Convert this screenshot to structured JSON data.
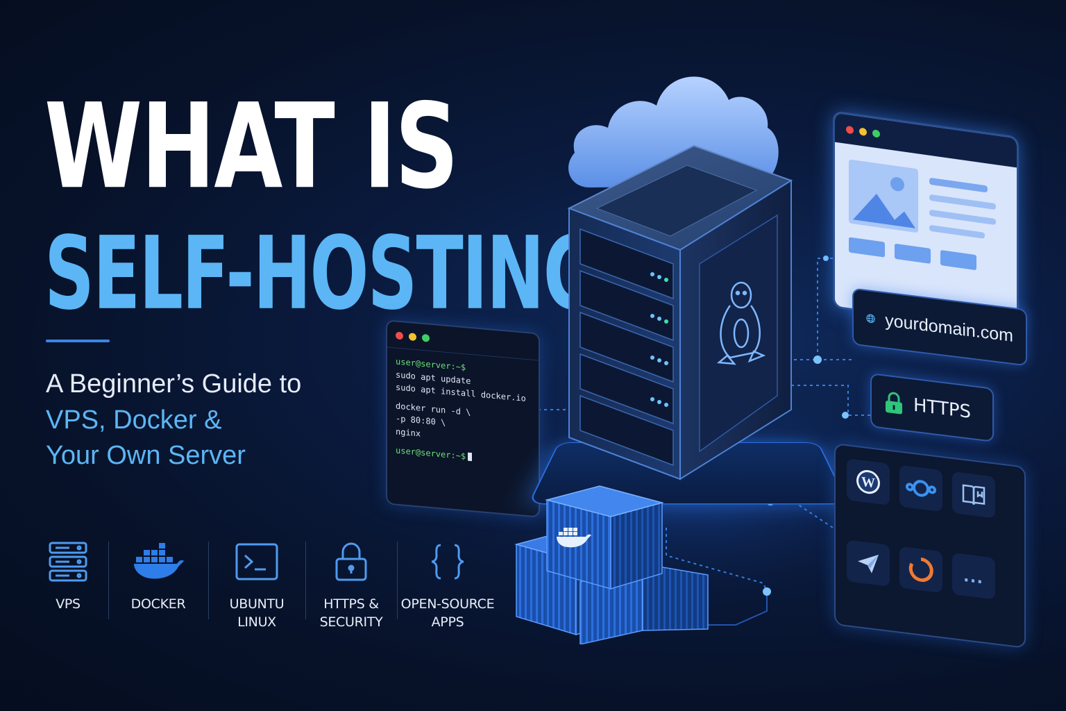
{
  "headline": {
    "line1": "WHAT IS",
    "line2": "SELF-HOSTING?"
  },
  "subtitle": {
    "line1": "A Beginner’s Guide to",
    "line2": "VPS, Docker &",
    "line3": "Your Own Server"
  },
  "features": [
    {
      "icon": "server-rack-icon",
      "label": "VPS"
    },
    {
      "icon": "docker-whale-icon",
      "label": "DOCKER"
    },
    {
      "icon": "terminal-icon",
      "label": "UBUNTU\nLINUX"
    },
    {
      "icon": "padlock-icon",
      "label": "HTTPS &\nSECURITY"
    },
    {
      "icon": "curly-braces-icon",
      "label": "OPEN-SOURCE\nAPPS"
    }
  ],
  "terminal": {
    "lines": [
      {
        "text": "user@server:~$",
        "kind": "prompt"
      },
      {
        "text": "sudo apt update",
        "kind": "cmd"
      },
      {
        "text": "sudo apt install docker.io",
        "kind": "cmd"
      },
      {
        "text": "",
        "kind": "gap"
      },
      {
        "text": "docker run -d \\",
        "kind": "cmd"
      },
      {
        "text": " -p 80:80 \\",
        "kind": "cmd"
      },
      {
        "text": " nginx",
        "kind": "cmd"
      },
      {
        "text": "",
        "kind": "gap"
      },
      {
        "text": "user@server:~$",
        "kind": "prompt-cursor"
      }
    ]
  },
  "domain_badge": {
    "icon": "globe-icon",
    "text": "yourdomain.com"
  },
  "https_badge": {
    "icon": "lock-icon",
    "text": "HTTPS"
  },
  "apps": [
    {
      "icon": "wordpress-icon"
    },
    {
      "icon": "nextcloud-icon"
    },
    {
      "icon": "book-icon"
    },
    {
      "icon": "paper-plane-icon"
    },
    {
      "icon": "ring-icon"
    },
    {
      "icon": "more-dots-icon",
      "text": "..."
    }
  ],
  "colors": {
    "accent": "#5cb6f5",
    "background": "#071229",
    "glow": "#3b8cff",
    "dot_red": "#ef4c4c",
    "dot_yellow": "#f2c230",
    "dot_green": "#3fce63",
    "lock_green": "#2fc57b",
    "ring_orange": "#f07a32"
  }
}
